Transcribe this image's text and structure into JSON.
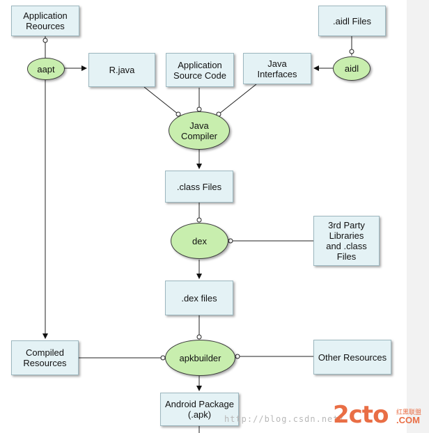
{
  "nodes": {
    "app_resources": "Application\nReources",
    "aidl_files": ".aidl Files",
    "aapt": "aapt",
    "r_java": "R.java",
    "app_source": "Application\nSource Code",
    "java_interfaces": "Java\nInterfaces",
    "aidl": "aidl",
    "java_compiler": "Java\nCompiler",
    "class_files": ".class Files",
    "dex": "dex",
    "third_party": "3rd Party\nLibraries\nand .class\nFiles",
    "dex_files": ".dex files",
    "compiled_resources": "Compiled\nResources",
    "apkbuilder": "apkbuilder",
    "other_resources": "Other Resources",
    "android_package": "Android Package\n(.apk)"
  },
  "watermark": {
    "url": "http://blog.csdn.net/",
    "logo": "2cto",
    "cn": "红黑联盟",
    "com": ".COM"
  },
  "colors": {
    "box_fill": "#e4f2f5",
    "oval_fill": "#c8eeae",
    "watermark": "#e96e45"
  }
}
